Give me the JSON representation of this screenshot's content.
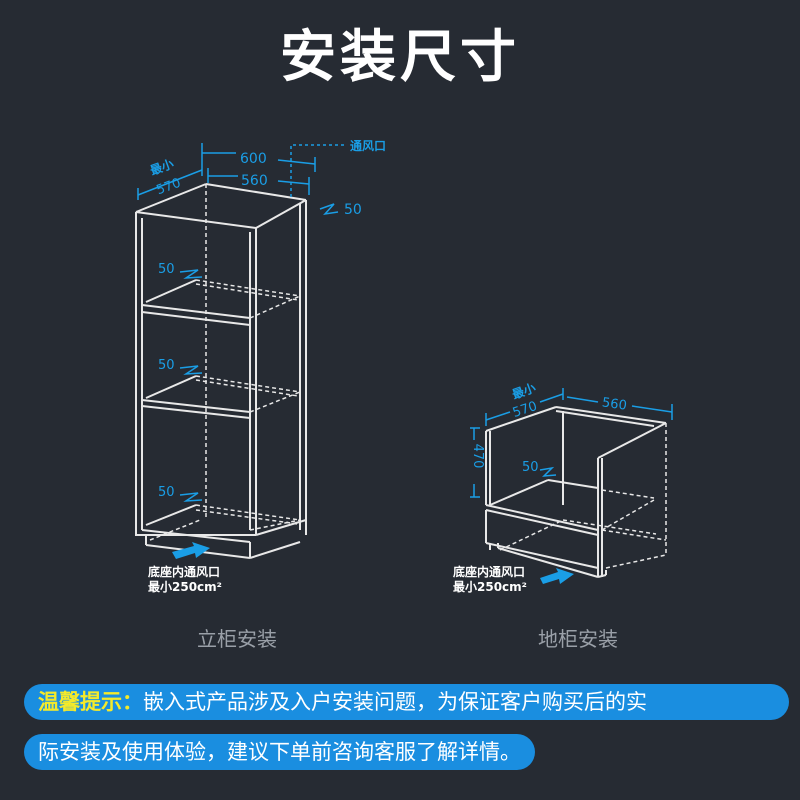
{
  "header": {
    "title": "安装尺寸"
  },
  "tall_cabinet": {
    "caption": "立柜安装",
    "dims": {
      "min_label": "最小",
      "depth": "570",
      "width_outer": "600",
      "width_inner": "560",
      "top_gap": "50",
      "shelf_gaps": [
        "50",
        "50",
        "50"
      ],
      "vent_label": "通风口"
    },
    "vent_note": {
      "line1": "底座内通风口",
      "line2": "最小250cm²"
    }
  },
  "base_cabinet": {
    "caption": "地柜安装",
    "dims": {
      "min_label": "最小",
      "depth": "570",
      "width": "560",
      "height": "470",
      "shelf_gap": "50"
    },
    "vent_note": {
      "line1": "底座内通风口",
      "line2": "最小250cm²"
    }
  },
  "tip": {
    "label": "温馨提示：",
    "line1": "嵌入式产品涉及入户安装问题，为保证客户购买后的实",
    "line2": "际安装及使用体验，建议下单前咨询客服了解详情。"
  },
  "colors": {
    "background": "#262b33",
    "dimension_blue": "#1a9ee6",
    "tip_bar": "#1a8ee0",
    "tip_label": "#f4ea2a",
    "caption_gray": "#9aa0a8"
  }
}
